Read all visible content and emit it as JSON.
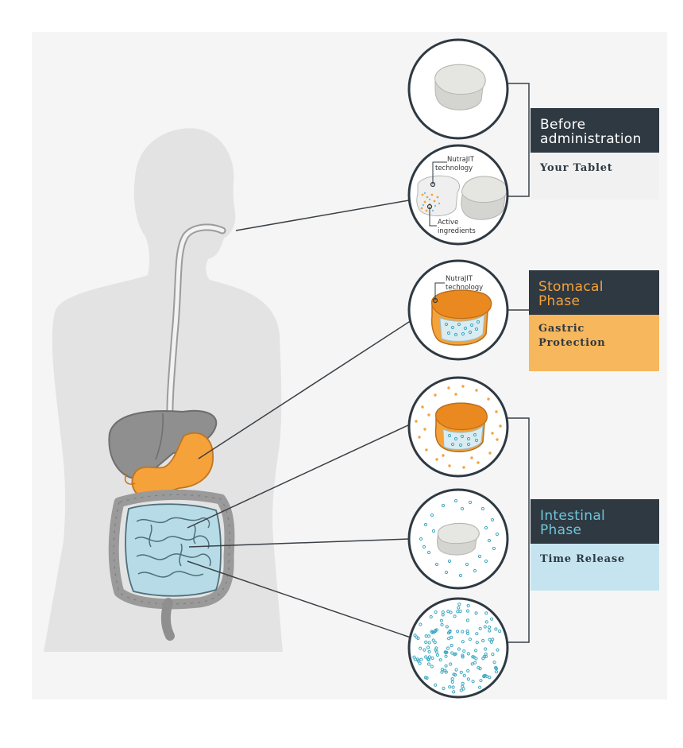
{
  "phases": [
    {
      "title_line1": "Before",
      "title_line2": "administration",
      "subtitle_line1": "Your Tablet",
      "subtitle_line2": ""
    },
    {
      "title_line1": "Stomacal",
      "title_line2": "Phase",
      "subtitle_line1": "Gastric",
      "subtitle_line2": "Protection"
    },
    {
      "title_line1": "Intestinal",
      "title_line2": "Phase",
      "subtitle_line1": "Time Release",
      "subtitle_line2": ""
    }
  ],
  "callouts": {
    "nutrajit_line1": "NutraJIT",
    "nutrajit_line2": "technology",
    "active_line1": "Active",
    "active_line2": "ingredients"
  },
  "colors": {
    "panel_dark": "#2f3942",
    "orange": "#f5a23a",
    "teal": "#6fc6da",
    "body": "#e3e3e3",
    "organ_grey": "#8f8f8f"
  }
}
